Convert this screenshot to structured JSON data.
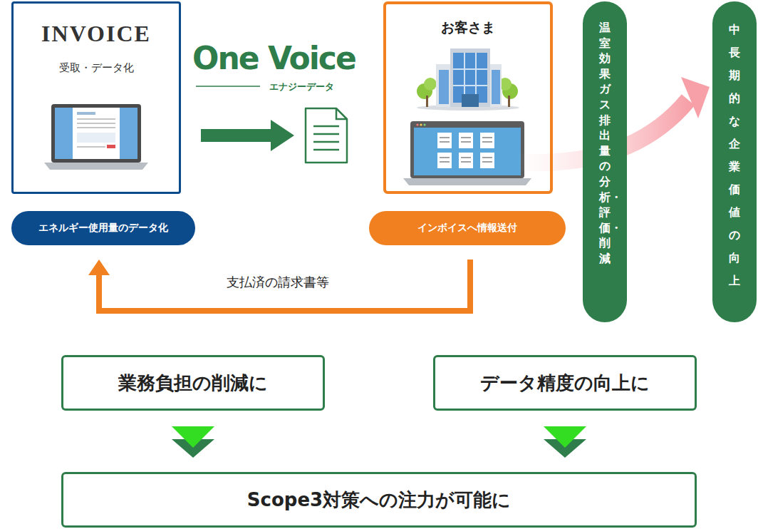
{
  "diagram": {
    "nodes": [
      {
        "text": [
          "INVOICE",
          "受取・データ化"
        ]
      },
      {
        "text": [
          "お客さま"
        ]
      },
      {
        "text": [
          "温室効果ガス排出量の分析・評価・削減"
        ]
      },
      {
        "text": [
          "中長期的な企業価値の向上"
        ]
      },
      {
        "text": [
          "エネルギー使用量のデータ化"
        ]
      },
      {
        "text": [
          "インボイスへ情報送付"
        ]
      },
      {
        "text": [
          "業務負担の削減に"
        ]
      },
      {
        "text": [
          "データ精度の向上に"
        ]
      },
      {
        "text": [
          "Scope3対策への注力が可能に"
        ]
      }
    ],
    "edges": [
      {
        "from": 5,
        "to": 4,
        "label": "支払済の請求書等",
        "arrow": "to"
      },
      {
        "from": 1,
        "to": 3,
        "arrow": "to"
      },
      {
        "from": 6,
        "to": 8,
        "arrow": "to"
      },
      {
        "from": 7,
        "to": 8,
        "arrow": "to"
      }
    ],
    "labels": [
      "One Voice",
      "エナジーデータ"
    ]
  }
}
